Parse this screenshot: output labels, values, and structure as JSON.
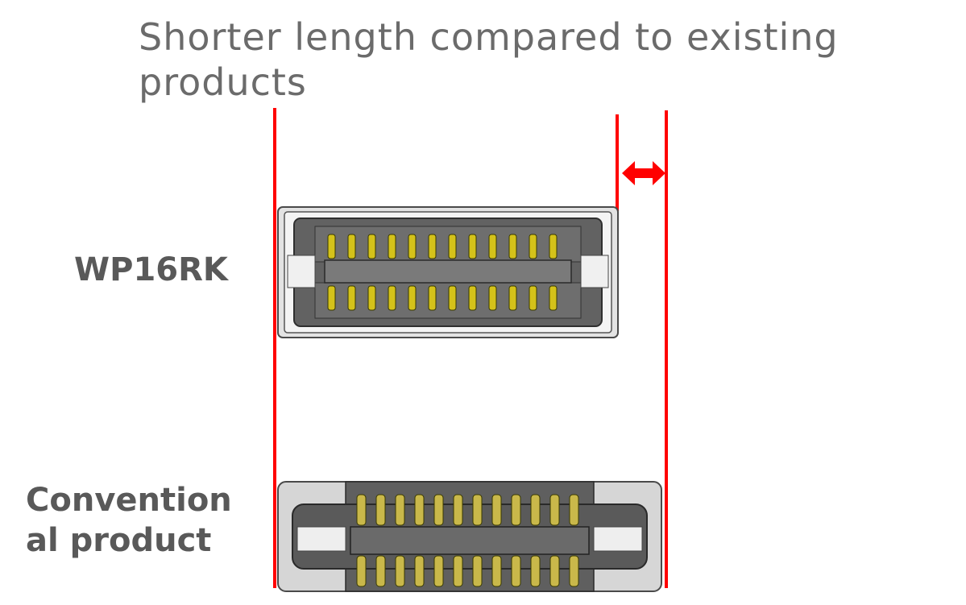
{
  "title": "Shorter length compared to existing products",
  "labels": {
    "new_product": "WP16RK",
    "conventional": "Convention al product"
  },
  "colors": {
    "marker_red": "#ff0000",
    "title_gray": "#6b6b6b",
    "label_gray": "#595959",
    "contact_gold": "#d4c21a",
    "housing_dark": "#5e5e5e",
    "housing_light": "#d9d9d9"
  },
  "connectors": [
    {
      "name": "WP16RK",
      "pins_per_row": 12,
      "rows": 2
    },
    {
      "name": "Conventional product",
      "pins_per_row": 12,
      "rows": 2
    }
  ],
  "annotation": {
    "arrow": "double-headed arrow indicating length difference"
  }
}
